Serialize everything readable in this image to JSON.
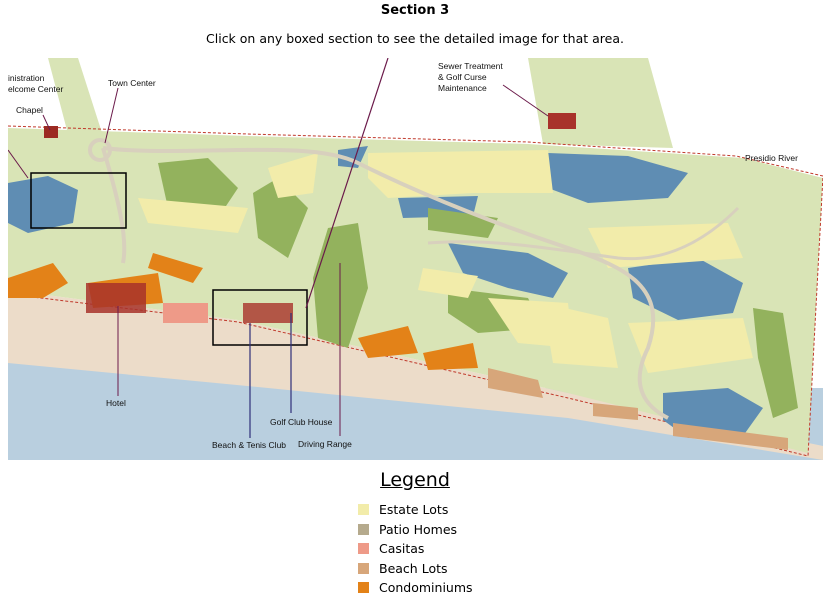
{
  "header": {
    "title": "Section 3",
    "instructions": "Click on any boxed section to see the detailed image for that area."
  },
  "map": {
    "labels": {
      "administration": "inistration",
      "welcome_center": "elcome Center",
      "chapel": "Chapel",
      "town_center": "Town Center",
      "sewer_line1": "Sewer Treatment",
      "sewer_line2": "& Golf Curse",
      "sewer_line3": "Maintenance",
      "presidio_river": "Presidio River",
      "hotel": "Hotel",
      "beach_tennis": "Beach & Tenis Club",
      "golf_club_house": "Golf Club House",
      "driving_range": "Driving Range"
    },
    "colors": {
      "ocean": "#b9cfdf",
      "beach": "#ecdcc9",
      "land": "#d9e4b6",
      "fairway": "#93b25d",
      "lake": "#5f8db3"
    }
  },
  "legend": {
    "title": "Legend",
    "items": [
      {
        "label": "Estate Lots",
        "color": "#f2ecaa"
      },
      {
        "label": "Patio Homes",
        "color": "#b5aa8d"
      },
      {
        "label": "Casitas",
        "color": "#ee9a88"
      },
      {
        "label": "Beach Lots",
        "color": "#d7a67a"
      },
      {
        "label": "Condominiums",
        "color": "#e38218"
      }
    ]
  }
}
